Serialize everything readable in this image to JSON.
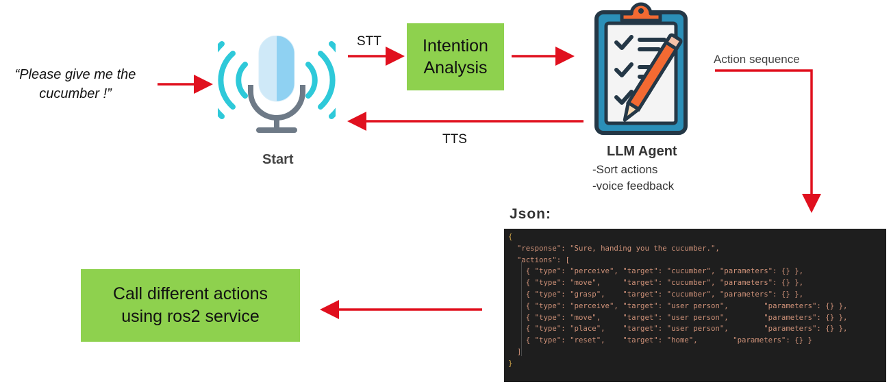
{
  "input_quote": "“Please give me the cucumber !”",
  "microphone": {
    "icon": "microphone-icon",
    "label": "Start"
  },
  "stt_label": "STT",
  "tts_label": "TTS",
  "intention_box": {
    "line1": "Intention",
    "line2": "Analysis"
  },
  "llm_agent": {
    "icon": "clipboard-checklist-icon",
    "title": "LLM Agent",
    "bullets": [
      "-Sort actions",
      "-voice feedback"
    ]
  },
  "action_sequence_label": "Action sequence",
  "json_panel": {
    "title": "Json:",
    "lines": [
      "{",
      "  \"response\": \"Sure, handing you the cucumber.\",",
      "  \"actions\": [",
      "    { \"type\": \"perceive\", \"target\": \"cucumber\", \"parameters\": {} },",
      "    { \"type\": \"move\",     \"target\": \"cucumber\", \"parameters\": {} },",
      "    { \"type\": \"grasp\",    \"target\": \"cucumber\", \"parameters\": {} },",
      "    { \"type\": \"perceive\", \"target\": \"user person\",        \"parameters\": {} },",
      "    { \"type\": \"move\",     \"target\": \"user person\",        \"parameters\": {} },",
      "    { \"type\": \"place\",    \"target\": \"user person\",        \"parameters\": {} },",
      "    { \"type\": \"reset\",    \"target\": \"home\",        \"parameters\": {} }",
      "  ]",
      "}"
    ]
  },
  "call_box": {
    "line1": "Call different actions",
    "line2": "using ros2 service"
  },
  "colors": {
    "arrow": "#e0101e",
    "green_box": "#8ed14e",
    "mic_cyan": "#2ec9d9",
    "code_bg": "#1e1e1e",
    "code_string": "#ce9178"
  }
}
